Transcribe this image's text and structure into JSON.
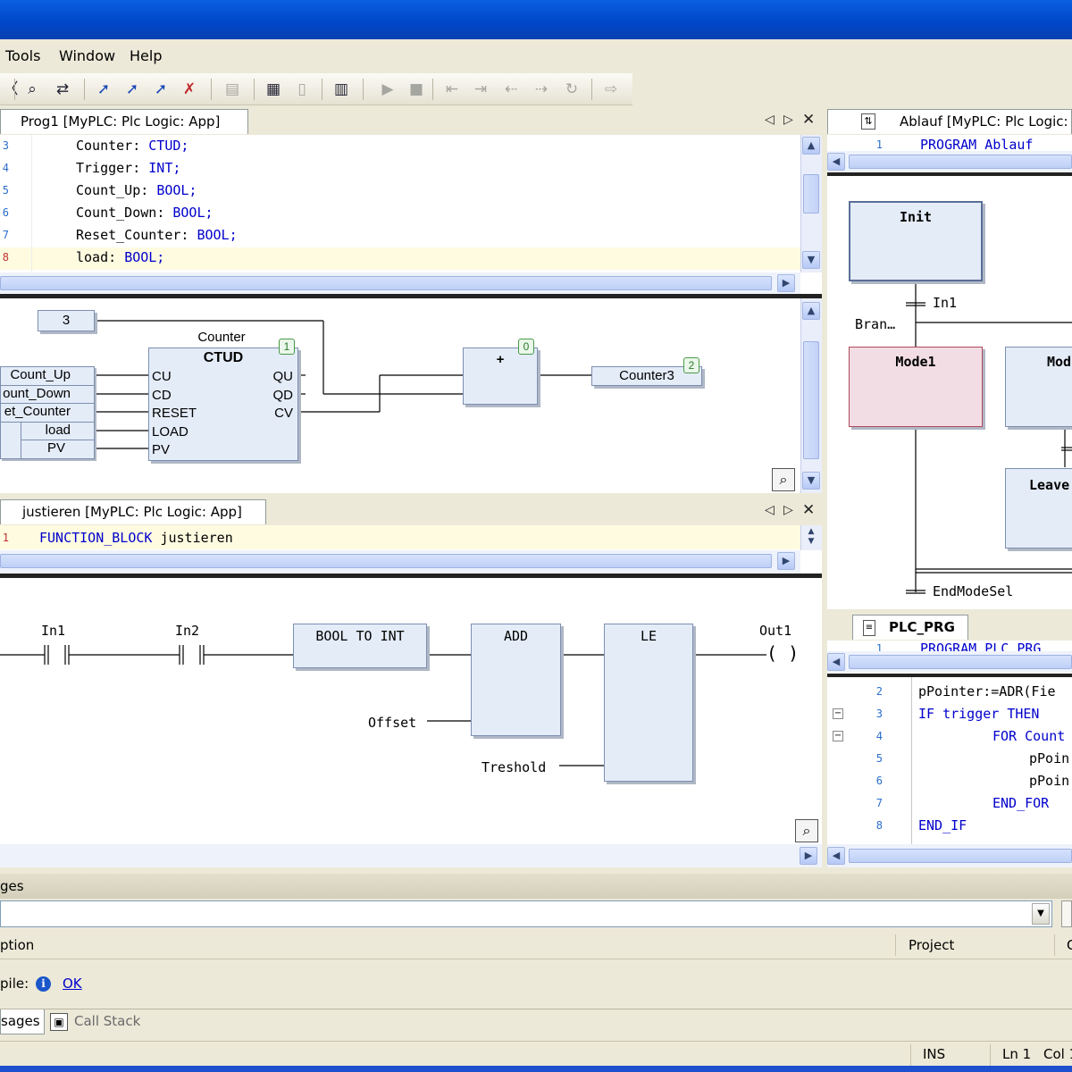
{
  "menu": {
    "tools": "Tools",
    "window": "Window",
    "help": "Help"
  },
  "prog1": {
    "tab": "Prog1 [MyPLC: Plc Logic: App]",
    "lines": [
      {
        "n": "3",
        "name": "Counter",
        "type": "CTUD;"
      },
      {
        "n": "4",
        "name": "Trigger",
        "type": "INT;"
      },
      {
        "n": "5",
        "name": "Count_Up",
        "type": "BOOL;"
      },
      {
        "n": "6",
        "name": "Count_Down",
        "type": "BOOL;"
      },
      {
        "n": "7",
        "name": "Reset_Counter",
        "type": "BOOL;"
      },
      {
        "n": "8",
        "name": "load",
        "type": "BOOL;"
      }
    ],
    "fbd": {
      "const3": "3",
      "instance": "Counter",
      "fb_type": "CTUD",
      "badge1": "1",
      "inputs_left": [
        "Count_Up",
        "ount_Down",
        "et_Counter",
        "load",
        "PV"
      ],
      "pins_in": [
        "CU",
        "CD",
        "RESET",
        "LOAD",
        "PV"
      ],
      "pins_out": [
        "QU",
        "QD",
        "CV"
      ],
      "add_op": "+",
      "badge0": "0",
      "out_var": "Counter3",
      "badge2": "2"
    }
  },
  "justieren": {
    "tab": "justieren [MyPLC: Plc Logic: App]",
    "line_no": "1",
    "keyword": "FUNCTION_BLOCK",
    "name": "justieren",
    "ld": {
      "in1": "In1",
      "in2": "In2",
      "conv": "BOOL TO INT",
      "add": "ADD",
      "le": "LE",
      "out1": "Out1",
      "offset": "Offset",
      "treshold": "Treshold"
    }
  },
  "ablauf": {
    "tab": "Ablauf [MyPLC: Plc Logic:",
    "line_no": "1",
    "code": "PROGRAM Ablauf",
    "sfc": {
      "init": "Init",
      "in1": "In1",
      "branch": "Bran…",
      "mode1": "Mode1",
      "mode2": "Mod",
      "leave": "Leave",
      "end": "EndModeSel"
    }
  },
  "plc_prg": {
    "tab": "PLC_PRG",
    "header_no": "1",
    "header": "PROGRAM PLC_PRG",
    "lines": [
      {
        "n": "2",
        "text": "pPointer:=ADR(Fie"
      },
      {
        "n": "3",
        "text": "IF trigger THEN"
      },
      {
        "n": "4",
        "text": "FOR Count"
      },
      {
        "n": "5",
        "text": "pPoin"
      },
      {
        "n": "6",
        "text": "pPoin"
      },
      {
        "n": "7",
        "text": "END_FOR"
      },
      {
        "n": "8",
        "text": "END_IF"
      }
    ]
  },
  "messages": {
    "title": "ges",
    "col_description": "ption",
    "col_project": "Project",
    "col_c": "C",
    "compile_label": "pile:",
    "compile_status": "OK",
    "tab_messages": "sages",
    "tab_callstack": "Call Stack"
  },
  "status": {
    "ins": "INS",
    "ln": "Ln 1",
    "col": "Col 1"
  }
}
